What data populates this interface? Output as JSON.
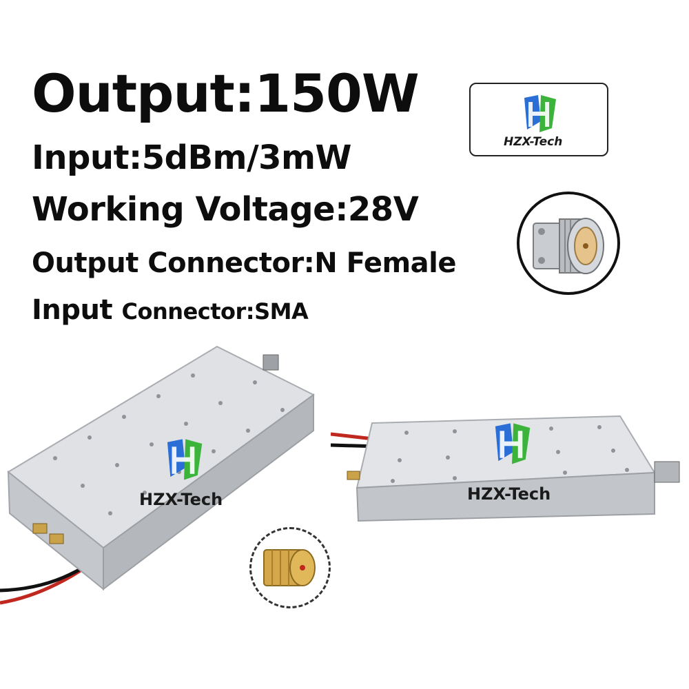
{
  "specs": {
    "output": "Output:150W",
    "input": "Input:5dBm/3mW",
    "voltage": "Working Voltage:28V",
    "output_connector": "Output Connector:N Female",
    "input_connector_word": "Input",
    "input_connector_rest": "Connector:SMA"
  },
  "brand": {
    "name": "HZX-Tech",
    "colors": {
      "green": "#3cb43c",
      "blue": "#2b6fd6",
      "text": "#1a1a1a"
    }
  },
  "images": {
    "device_left_logo": "HZX-Tech",
    "device_right_logo": "HZX-Tech",
    "n_connector_icon": "n-female-connector-icon",
    "sma_connector_icon": "sma-connector-icon"
  }
}
